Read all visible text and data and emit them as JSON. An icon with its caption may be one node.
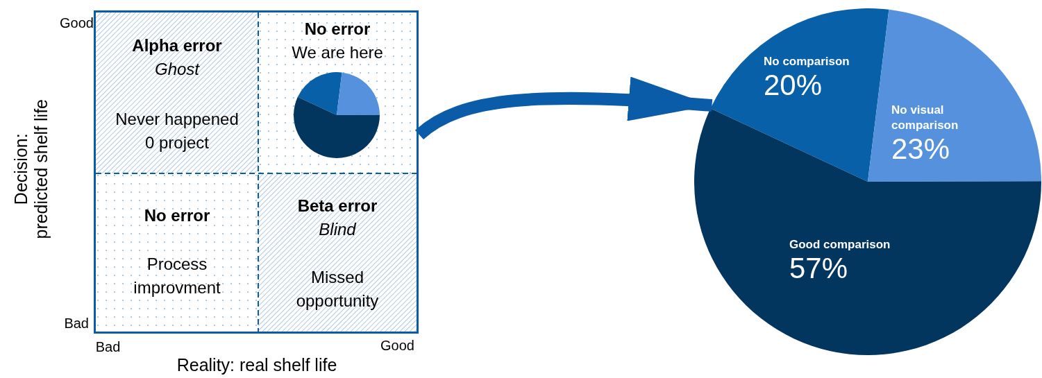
{
  "diagram": {
    "nodes": [
      {
        "text": [],
        "shape": "box"
      },
      {
        "text": [
          "Alpha error",
          "Ghost",
          "Never happened 0 project"
        ],
        "in": 0
      },
      {
        "text": [
          "No error",
          "We are here"
        ],
        "in": 0
      },
      {
        "text": [],
        "shape": "pie",
        "in": 2
      },
      {
        "text": [
          "No error",
          "Process improvment"
        ],
        "in": 0
      },
      {
        "text": [
          "Beta error",
          "Blind",
          "Missed opportunity"
        ],
        "in": 0
      },
      {
        "text": [],
        "shape": "pie"
      }
    ],
    "edges": [
      {
        "from": 2,
        "to": 6,
        "arrow": "to"
      }
    ],
    "labels": [
      "Good",
      "Decision: predicted shelf life",
      "Bad",
      "Bad",
      "Good",
      "Reality: real shelf life"
    ],
    "chart_data": {
      "type": "pie",
      "categories": [
        "No comparison",
        "No visual comparison",
        "Good comparison"
      ],
      "values": [
        20,
        23,
        57
      ],
      "value_labels": [
        "20%",
        "23%",
        "57%"
      ]
    }
  }
}
